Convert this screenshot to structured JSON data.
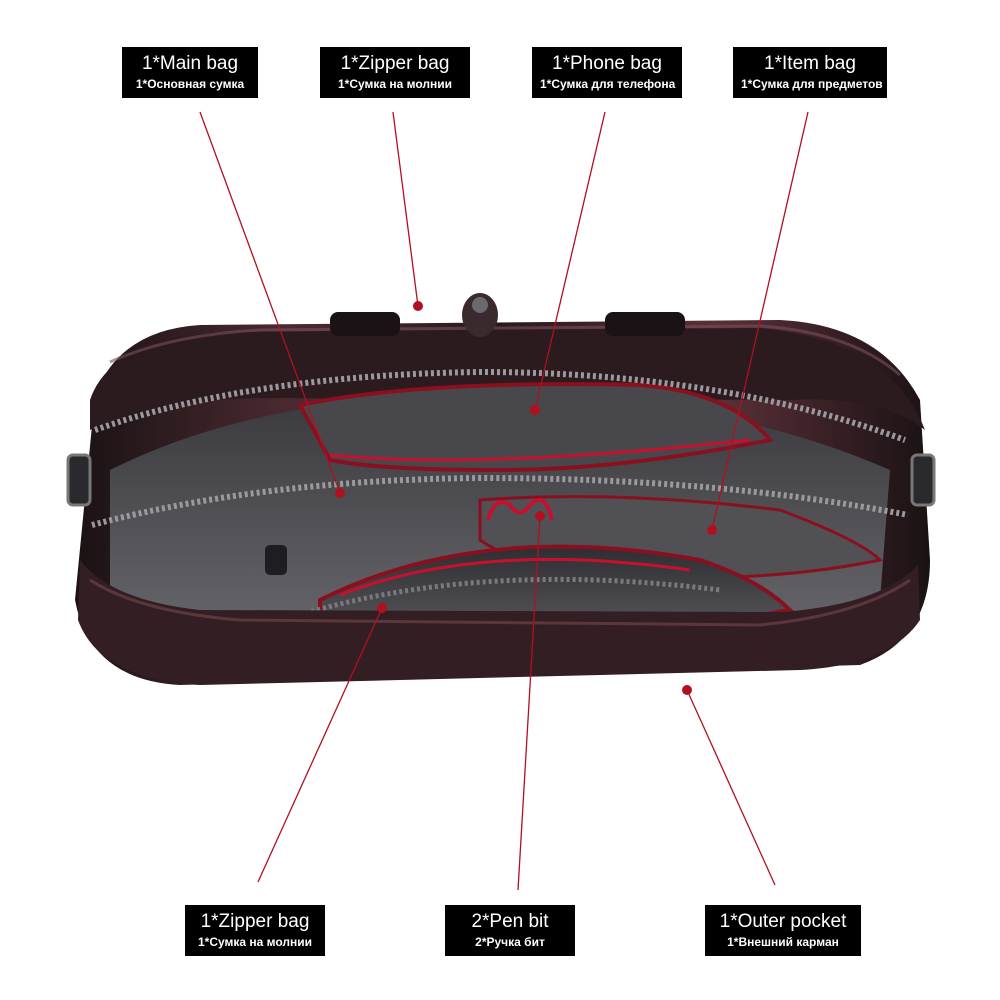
{
  "labels": {
    "main_bag": {
      "en": "1*Main bag",
      "ru": "1*Основная сумка"
    },
    "zipper_bag_top": {
      "en": "1*Zipper bag",
      "ru": "1*Сумка на молнии"
    },
    "phone_bag": {
      "en": "1*Phone bag",
      "ru": "1*Сумка для телефона"
    },
    "item_bag": {
      "en": "1*Item bag",
      "ru": "1*Сумка для предметов"
    },
    "zipper_bag_bottom": {
      "en": "1*Zipper bag",
      "ru": "1*Сумка на молнии"
    },
    "pen_bit": {
      "en": "2*Pen bit",
      "ru": "2*Ручка бит"
    },
    "outer_pocket": {
      "en": "1*Outer pocket",
      "ru": "1*Внешний карман"
    }
  },
  "colors": {
    "background": "#ffffff",
    "label_bg": "#000000",
    "label_text": "#ffffff",
    "leader_line": "#b01020",
    "leather": "#3a2226",
    "lining": "#555558",
    "trim": "#c8102e"
  },
  "icons": [
    "leather-briefcase-photo"
  ]
}
